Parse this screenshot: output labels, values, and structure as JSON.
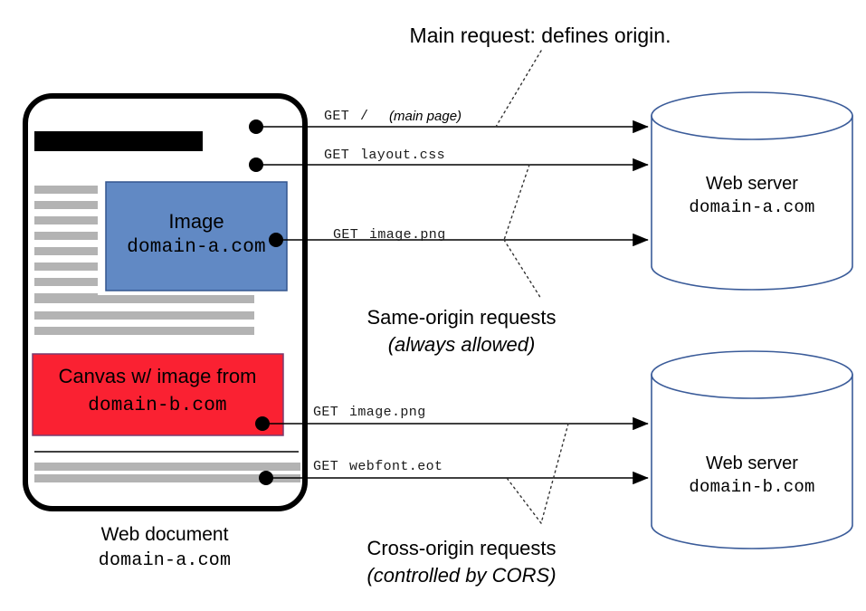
{
  "diagram": {
    "title_top": "Main request: defines origin.",
    "group_same_origin": {
      "line1": "Same-origin requests",
      "line2": "(always allowed)"
    },
    "group_cross_origin": {
      "line1": "Cross-origin requests",
      "line2": "(controlled by CORS)"
    }
  },
  "document": {
    "caption_line1": "Web document",
    "caption_line2": "domain-a.com",
    "image_box": {
      "line1": "Image",
      "line2": "domain-a.com",
      "fill": "#6189c4",
      "stroke": "#33558e"
    },
    "canvas_box": {
      "line1": "Canvas w/ image from",
      "line2": "domain-b.com",
      "fill": "#fa2132",
      "stroke": "#7a3b6e"
    },
    "headline_bar_color": "#000000",
    "text_line_color": "#b3b3b3"
  },
  "requests": [
    {
      "method": "GET",
      "path": "/",
      "note": "(main page)",
      "target": "server-a"
    },
    {
      "method": "GET",
      "path": "layout.css",
      "note": "",
      "target": "server-a"
    },
    {
      "method": "GET",
      "path": "image.png",
      "note": "",
      "target": "server-a"
    },
    {
      "method": "GET",
      "path": "image.png",
      "note": "",
      "target": "server-b"
    },
    {
      "method": "GET",
      "path": "webfont.eot",
      "note": "",
      "target": "server-b"
    }
  ],
  "servers": [
    {
      "id": "server-a",
      "line1": "Web server",
      "line2": "domain-a.com",
      "stroke": "#3a5b99"
    },
    {
      "id": "server-b",
      "line1": "Web server",
      "line2": "domain-b.com",
      "stroke": "#3a5b99"
    }
  ]
}
